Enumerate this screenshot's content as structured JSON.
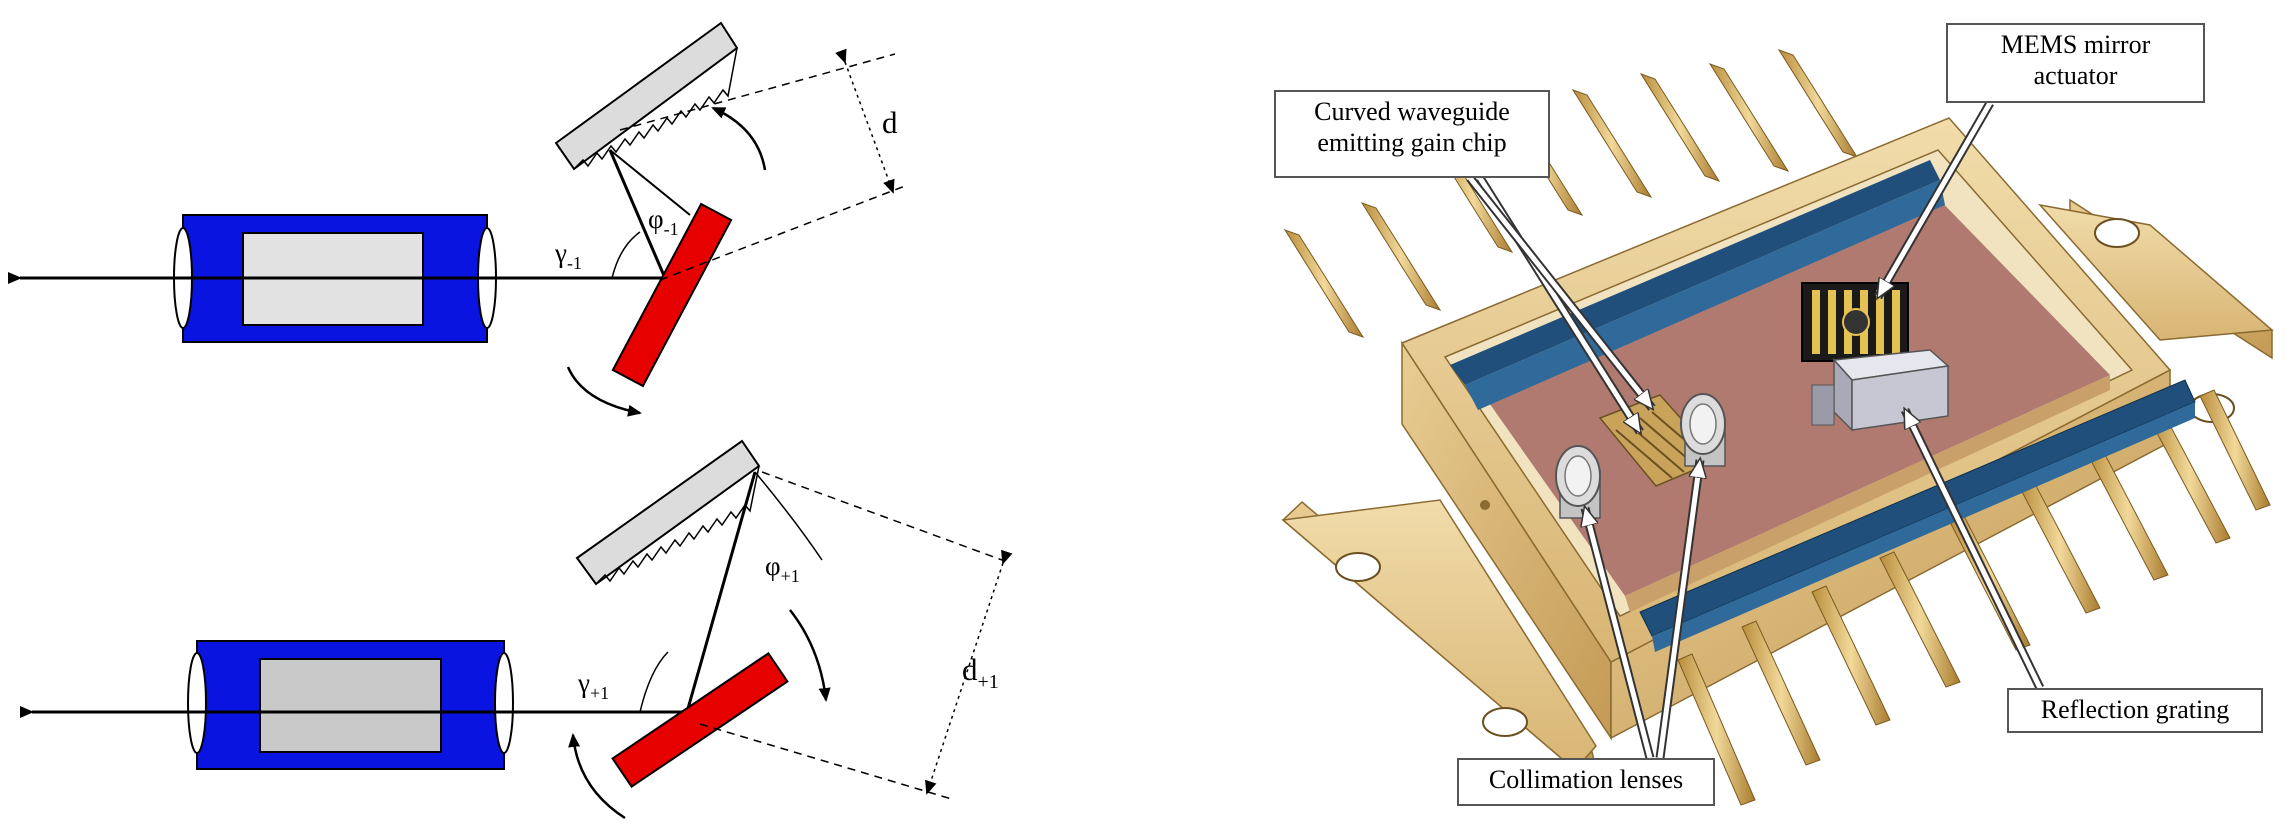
{
  "left_diagram": {
    "top_labels": {
      "gamma": "γ",
      "gamma_sub": "-1",
      "phi": "φ",
      "phi_sub": "-1",
      "d": "d"
    },
    "bottom_labels": {
      "gamma": "γ",
      "gamma_sub": "+1",
      "phi": "φ",
      "phi_sub": "+1",
      "d": "d",
      "d_sub": "+1"
    }
  },
  "right_diagram": {
    "callouts": {
      "mems": "MEMS mirror actuator",
      "gain_chip": "Curved waveguide emitting gain chip",
      "grating": "Reflection grating",
      "lenses": "Collimation lenses"
    }
  },
  "colors": {
    "tube_blue": "#0a14e0",
    "mirror_red": "#e60000",
    "grating_gray": "#d9d9d9",
    "housing_gold": "#e6c98a",
    "pin_blue": "#1f4f7a"
  }
}
